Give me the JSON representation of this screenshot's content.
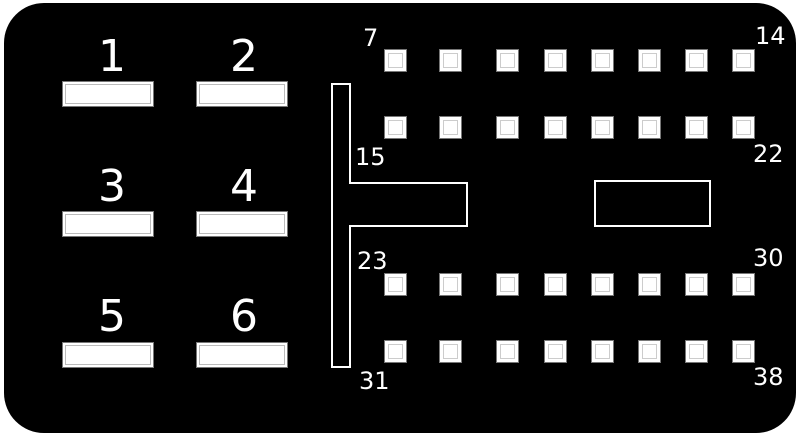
{
  "relays": [
    {
      "label": "1"
    },
    {
      "label": "2"
    },
    {
      "label": "3"
    },
    {
      "label": "4"
    },
    {
      "label": "5"
    },
    {
      "label": "6"
    }
  ],
  "fuse_labels": {
    "row1_start": "7",
    "row1_end": "14",
    "row2_start": "15",
    "row2_end": "22",
    "row3_start": "23",
    "row3_end": "30",
    "row4_start": "31",
    "row4_end": "38"
  },
  "colors": {
    "panel": "#000000",
    "foreground": "#ffffff"
  }
}
